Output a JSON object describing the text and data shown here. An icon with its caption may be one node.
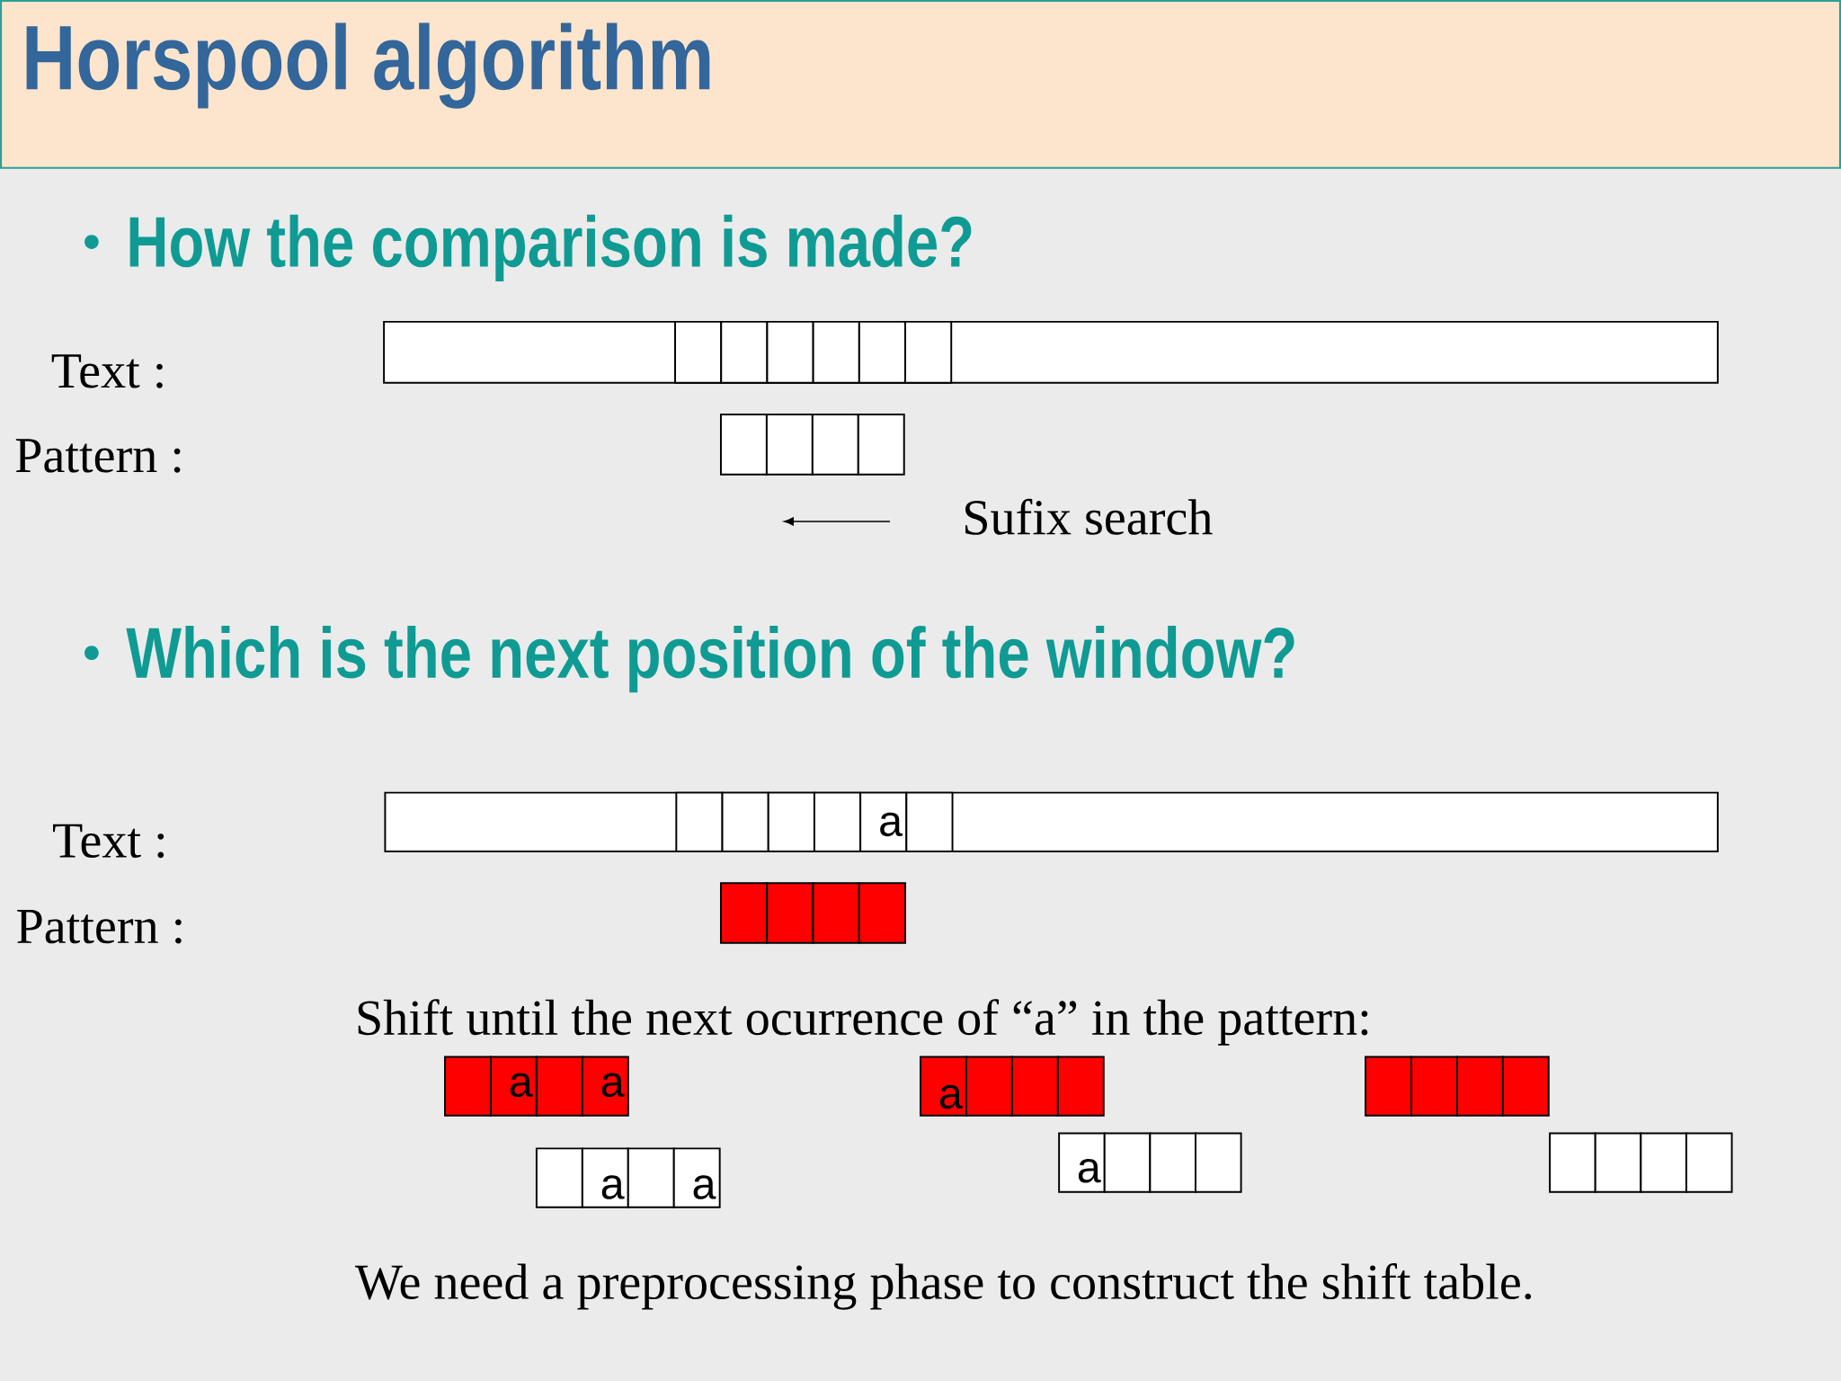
{
  "diagram": {
    "title": "Horspool algorithm",
    "nodes": [
      {
        "text": [],
        "shape": "box"
      },
      {
        "text": [],
        "shape": "box",
        "in": 0
      },
      {
        "text": [],
        "shape": "box",
        "in": 0
      },
      {
        "text": [],
        "shape": "box",
        "in": 0
      },
      {
        "text": [],
        "shape": "box",
        "in": 0
      },
      {
        "text": [],
        "shape": "box",
        "in": 0
      },
      {
        "text": [],
        "shape": "box",
        "in": 0
      },
      {
        "text": [],
        "shape": "box"
      },
      {
        "text": [],
        "shape": "box"
      },
      {
        "text": [],
        "shape": "box"
      },
      {
        "text": [],
        "shape": "box"
      },
      {
        "text": [],
        "shape": "box"
      },
      {
        "text": [],
        "shape": "box",
        "in": 11
      },
      {
        "text": [],
        "shape": "box",
        "in": 11
      },
      {
        "text": [],
        "shape": "box",
        "in": 11
      },
      {
        "text": [],
        "shape": "box",
        "in": 11
      },
      {
        "text": [
          "a"
        ],
        "in": 11
      },
      {
        "text": [],
        "shape": "box",
        "in": 11
      },
      {
        "text": [],
        "shape": "box"
      },
      {
        "text": [],
        "shape": "box"
      },
      {
        "text": [],
        "shape": "box"
      },
      {
        "text": [],
        "shape": "box"
      },
      {
        "text": [],
        "shape": "box"
      },
      {
        "text": [
          "a"
        ]
      },
      {
        "text": [],
        "shape": "box"
      },
      {
        "text": [
          "a"
        ]
      },
      {
        "text": [
          "a"
        ]
      },
      {
        "text": [],
        "shape": "box"
      },
      {
        "text": [],
        "shape": "box"
      },
      {
        "text": [],
        "shape": "box"
      },
      {
        "text": [],
        "shape": "box"
      },
      {
        "text": [],
        "shape": "box"
      },
      {
        "text": [],
        "shape": "box"
      },
      {
        "text": [],
        "shape": "box"
      },
      {
        "text": [],
        "shape": "box"
      },
      {
        "text": [
          "a"
        ]
      },
      {
        "text": [],
        "shape": "box"
      },
      {
        "text": [
          "a"
        ]
      },
      {
        "text": [
          "a"
        ]
      },
      {
        "text": [],
        "shape": "box"
      },
      {
        "text": [],
        "shape": "box"
      },
      {
        "text": [],
        "shape": "box"
      },
      {
        "text": [],
        "shape": "box"
      },
      {
        "text": [],
        "shape": "box"
      },
      {
        "text": [],
        "shape": "box"
      },
      {
        "text": [],
        "shape": "box"
      }
    ],
    "labels": [
      "How the comparison is made?",
      "Text :",
      "Pattern :",
      "Sufix search",
      "Which is the next position of the window?",
      "Text :",
      "Pattern :",
      "Shift until the next ocurrence of “a” in the pattern:",
      "We need a preprocessing phase to construct the shift table."
    ]
  }
}
